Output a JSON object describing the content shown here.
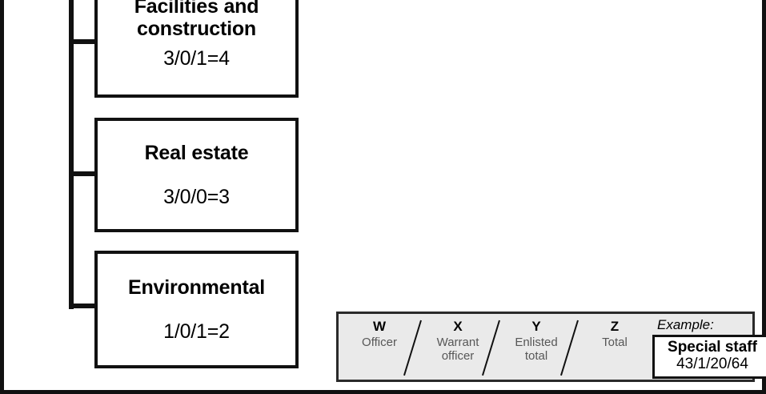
{
  "diagram": {
    "type": "organization-chart-fragment",
    "boxes": [
      {
        "title": "Facilities and construction",
        "counts": "3/0/1=4"
      },
      {
        "title": "Real estate",
        "counts": "3/0/0=3"
      },
      {
        "title": "Environmental",
        "counts": "1/0/1=2"
      }
    ]
  },
  "legend": {
    "key": [
      {
        "letter": "W",
        "desc": "Officer"
      },
      {
        "letter": "X",
        "desc": "Warrant officer"
      },
      {
        "letter": "Y",
        "desc": "Enlisted total"
      },
      {
        "letter": "Z",
        "desc": "Total"
      }
    ],
    "separator": "/",
    "example": {
      "label": "Example:",
      "name": "Special staff",
      "counts": "43/1/20/64"
    }
  },
  "colors": {
    "ink": "#111111",
    "legend_background": "#eaeaea",
    "legend_border": "#2a2a2a",
    "description_text": "#575757",
    "page_background": "#ffffff"
  }
}
